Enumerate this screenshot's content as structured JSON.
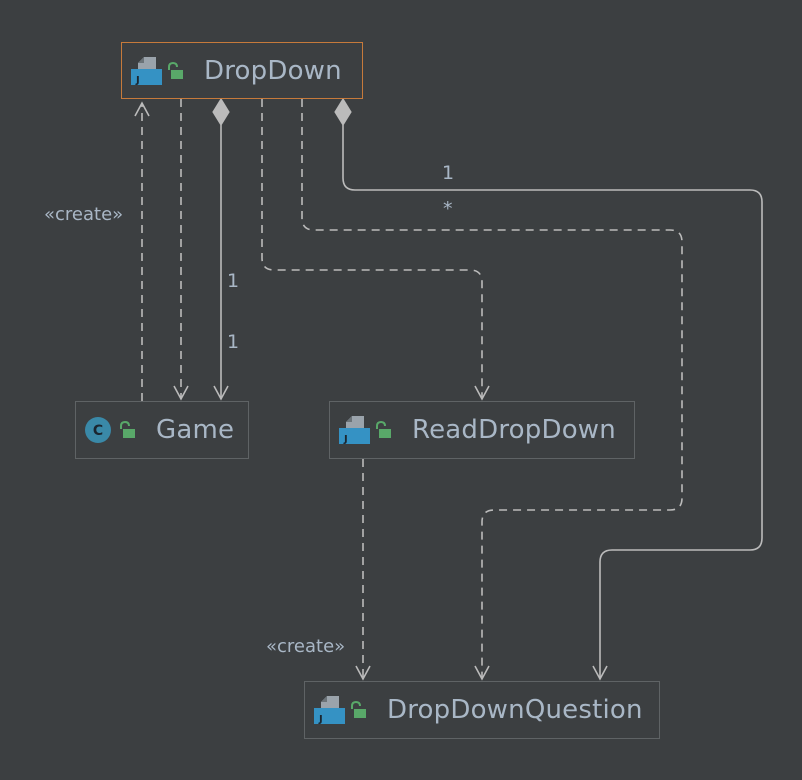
{
  "nodes": {
    "dropdown": {
      "name": "DropDown",
      "kind": "java-file",
      "selected": true
    },
    "game": {
      "name": "Game",
      "kind": "class"
    },
    "read_dropdown": {
      "name": "ReadDropDown",
      "kind": "java-file"
    },
    "dropdown_question": {
      "name": "DropDownQuestion",
      "kind": "java-file"
    }
  },
  "edges": [
    {
      "from": "Game",
      "to": "DropDown",
      "type": "dependency",
      "label": "«create»"
    },
    {
      "from": "DropDown",
      "to": "Game",
      "type": "dependency"
    },
    {
      "from": "DropDown",
      "to": "Game",
      "type": "composition",
      "multiplicity_source": "1",
      "multiplicity_target": "1"
    },
    {
      "from": "DropDown",
      "to": "ReadDropDown",
      "type": "dependency"
    },
    {
      "from": "DropDown",
      "to": "DropDownQuestion",
      "type": "dependency"
    },
    {
      "from": "DropDown",
      "to": "DropDownQuestion",
      "type": "composition",
      "multiplicity_source": "1",
      "multiplicity_target": "*"
    },
    {
      "from": "ReadDropDown",
      "to": "DropDownQuestion",
      "type": "dependency",
      "label": "«create»"
    }
  ],
  "labels": {
    "game_create": "«create»",
    "read_create": "«create»",
    "game_mult_top": "1",
    "game_mult_bottom": "1",
    "question_mult_one": "1",
    "question_mult_many": "*"
  },
  "colors": {
    "background": "#3c3f41",
    "text": "#a9b7c6",
    "node_border": "#5f6365",
    "selected_border": "#c67a3b",
    "edge": "#bbbbbb",
    "file_icon_blue": "#3592c4",
    "class_icon": "#3a89a8",
    "lock_green": "#59a869"
  },
  "icons": {
    "java_file": "java-file-icon",
    "class": "class-icon",
    "visibility": "public-lock-icon"
  }
}
